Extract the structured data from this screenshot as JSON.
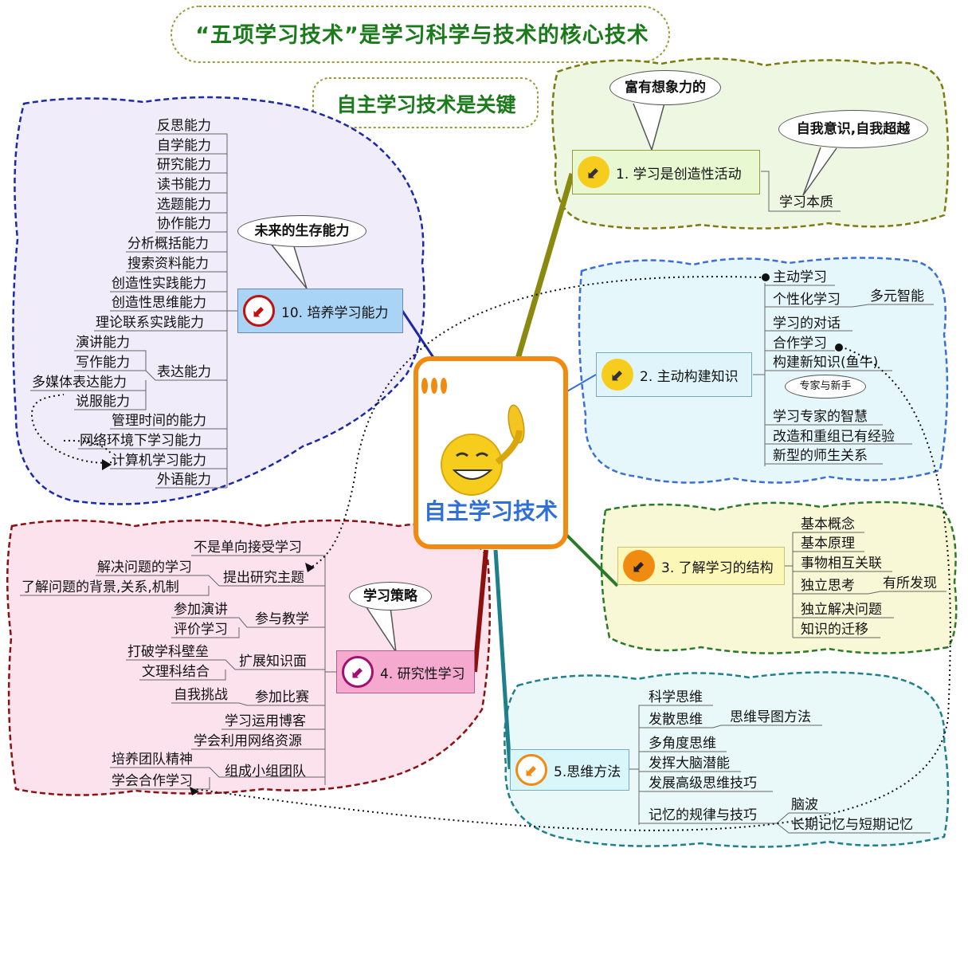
{
  "header": {
    "main_title": "“五项学习技术”是学习科学与技术的核心技术",
    "subtitle": "自主学习技术是关键"
  },
  "center": {
    "title": "自主学习技术"
  },
  "b1": {
    "label": "1. 学习是创造性活动",
    "callout1": "富有想象力的",
    "callout2": "自我意识,自我超越",
    "child": "学习本质"
  },
  "b2": {
    "label": "2. 主动构建知识",
    "callout": "专家与新手",
    "items": [
      "主动学习",
      "个性化学习",
      "多元智能",
      "学习的对话",
      "合作学习",
      "构建新知识(鱼牛)",
      "学习专家的智慧",
      "改造和重组已有经验",
      "新型的师生关系"
    ]
  },
  "b3": {
    "label": "3. 了解学习的结构",
    "items": [
      "基本概念",
      "基本原理",
      "事物相互关联",
      "独立思考",
      "有所发现",
      "独立解决问题",
      "知识的迁移"
    ]
  },
  "b5": {
    "label": "5.思维方法",
    "items": [
      "科学思维",
      "发散思维",
      "思维导图方法",
      "多角度思维",
      "发挥大脑潜能",
      "发展高级思维技巧",
      "记忆的规律与技巧",
      "脑波",
      "长期记忆与短期记忆"
    ]
  },
  "b4": {
    "label": "4. 研究性学习",
    "callout": "学习策略",
    "items": [
      "不是单向接受学习",
      "提出研究主题",
      "解决问题的学习",
      "了解问题的背景,关系,机制",
      "参与教学",
      "参加演讲",
      "评价学习",
      "扩展知识面",
      "打破学科壁垒",
      "文理科结合",
      "参加比赛",
      "自我挑战",
      "学习运用博客",
      "学会利用网络资源",
      "组成小组团队",
      "培养团队精神",
      "学会合作学习"
    ]
  },
  "b10": {
    "label": "10. 培养学习能力",
    "callout": "未来的生存能力",
    "items": [
      "反思能力",
      "自学能力",
      "研究能力",
      "读书能力",
      "选题能力",
      "协作能力",
      "分析概括能力",
      "搜索资料能力",
      "创造性实践能力",
      "创造性思维能力",
      "理论联系实践能力",
      "表达能力",
      "演讲能力",
      "写作能力",
      "多媒体表达能力",
      "说服能力",
      "管理时间的能力",
      "网络环境下学习能力",
      "计算机学习能力",
      "外语能力"
    ]
  },
  "colors": {
    "title_green": "#1b7a1b",
    "b1_branch": "#8a8a10",
    "b2_border": "#3a6fd8",
    "b3_branch": "#2a7a2a",
    "b5_border": "#1f7f8a",
    "b4_branch": "#8b1010",
    "b10_border": "#1a2aa8",
    "center_border": "#f08a10"
  }
}
